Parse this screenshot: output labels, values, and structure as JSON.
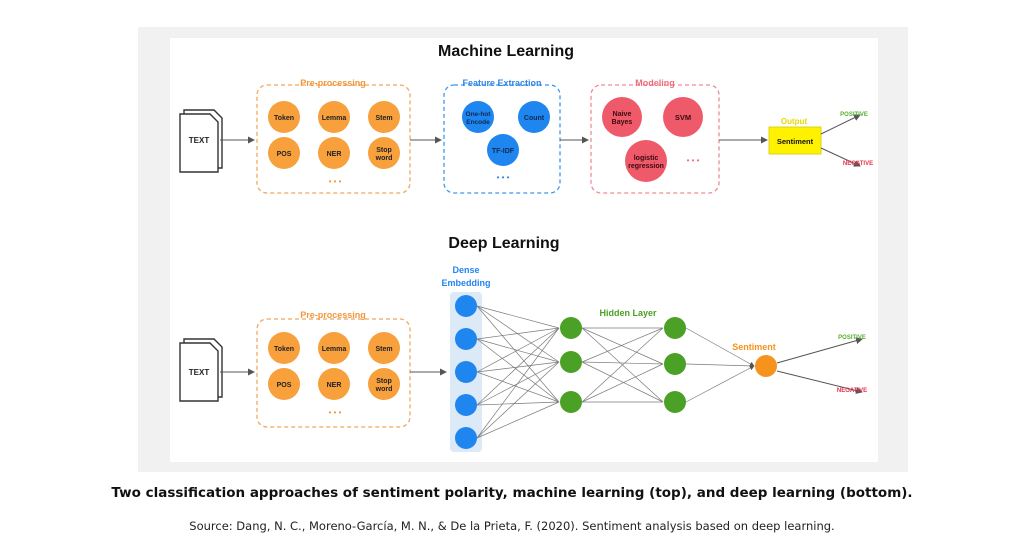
{
  "ml": {
    "title": "Machine Learning",
    "input_label": "TEXT",
    "preprocessing": {
      "label": "Pre-processing",
      "nodes": [
        "Token",
        "Lemma",
        "Stem",
        "POS",
        "NER",
        "Stop word"
      ]
    },
    "feature_extraction": {
      "label": "Feature Extraction",
      "nodes": [
        "One-hot Encode",
        "Count",
        "TF-IDF"
      ]
    },
    "modeling": {
      "label": "Modeling",
      "nodes": [
        "Naive Bayes",
        "SVM",
        "logistic regression"
      ]
    },
    "output": {
      "label": "Output",
      "box": "Sentiment"
    },
    "results": {
      "positive": "POSITIVE",
      "negative": "NEGATIVE"
    },
    "ellipsis": "• • •"
  },
  "dl": {
    "title": "Deep Learning",
    "input_label": "TEXT",
    "preprocessing": {
      "label": "Pre-processing",
      "nodes": [
        "Token",
        "Lemma",
        "Stem",
        "POS",
        "NER",
        "Stop word"
      ]
    },
    "embedding_label": "Dense Embedding",
    "hidden_label": "Hidden Layer",
    "sentiment_label": "Sentiment",
    "results": {
      "positive": "POSITIVE",
      "negative": "NEGATIVE"
    },
    "ellipsis": "• • •"
  },
  "caption": "Two classification approaches of sentiment polarity, machine learning (top), and deep learning (bottom).",
  "source": "Source: Dang, N. C., Moreno-García, M. N., & De la Prieta, F. (2020). Sentiment analysis based on deep learning.",
  "colors": {
    "orange": "#f7a03c",
    "orange_dash": "#f0a75c",
    "blue": "#1f86f0",
    "blue_dash": "#3f98ee",
    "red": "#ef5a6a",
    "red_dash": "#f08a95",
    "green": "#4aa125",
    "sentiment_node": "#f5931c",
    "output_box": "#fff200",
    "positive": "#55b02f",
    "negative": "#e8304a",
    "embedding_bg": "#dce9f7"
  }
}
